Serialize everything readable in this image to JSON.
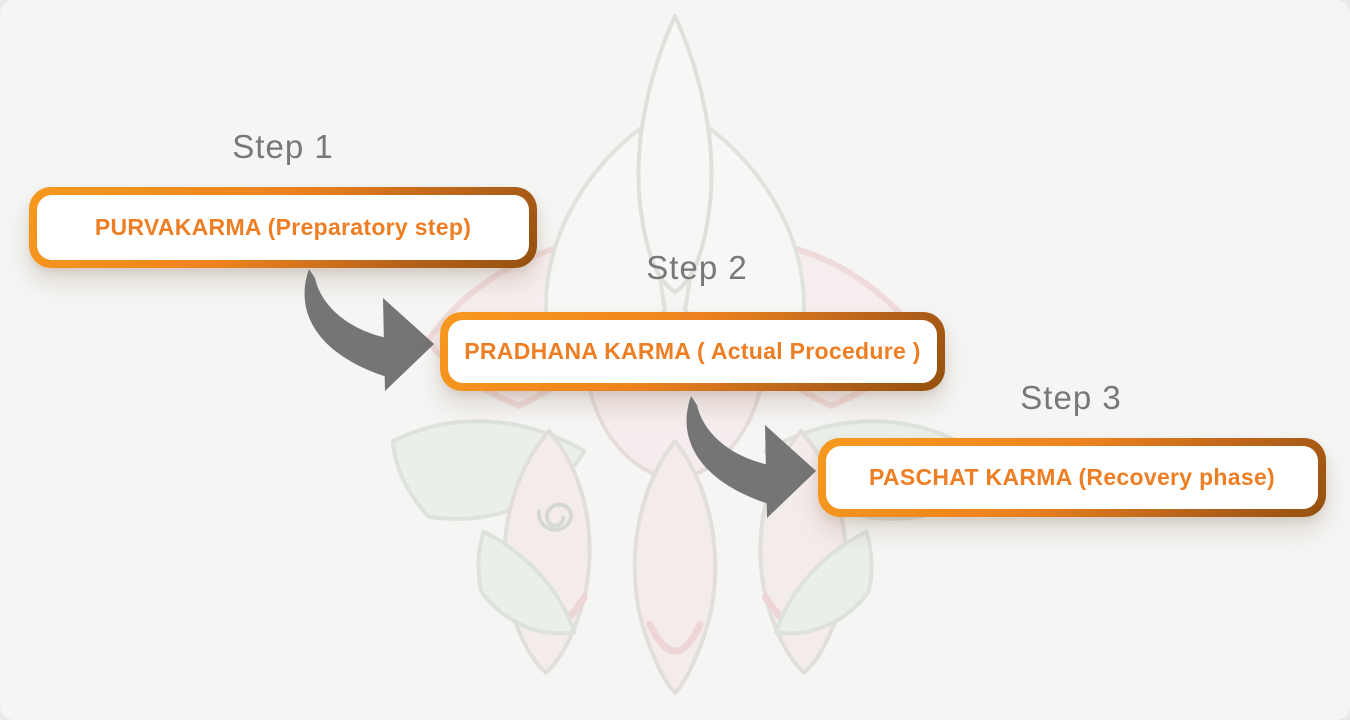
{
  "diagram": {
    "title_watermark": "lotus-flower",
    "background_color": "#f5f5f4",
    "palette": {
      "box_border_orange": "#ee831f",
      "box_border_dark": "#94500e",
      "box_fill": "#ffffff",
      "label_orange": "#ee7e24",
      "step_text_gray": "#787878",
      "arrow_gray": "#757575"
    },
    "steps": [
      {
        "step_label": "Step 1",
        "box_label": "PURVAKARMA (Preparatory step)"
      },
      {
        "step_label": "Step 2",
        "box_label": "PRADHANA KARMA ( Actual Procedure )"
      },
      {
        "step_label": "Step 3",
        "box_label": "PASCHAT KARMA (Recovery phase)"
      }
    ],
    "arrows": [
      {
        "from": "Step 1",
        "to": "Step 2",
        "shape": "curved-swoosh-right"
      },
      {
        "from": "Step 2",
        "to": "Step 3",
        "shape": "curved-swoosh-right"
      }
    ]
  }
}
